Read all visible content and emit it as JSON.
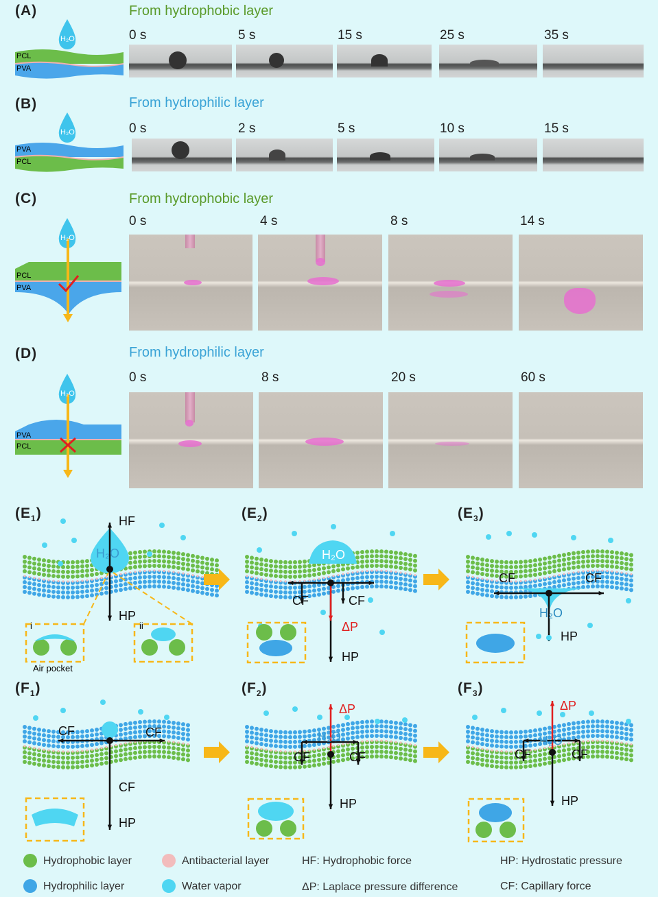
{
  "panels": {
    "A": {
      "label": "(A)",
      "title": "From hydrophobic layer",
      "layers": [
        "PCL",
        "PVA"
      ],
      "drop": "H₂O",
      "times": [
        "0 s",
        "5 s",
        "15 s",
        "25 s",
        "35 s"
      ]
    },
    "B": {
      "label": "(B)",
      "title": "From hydrophilic layer",
      "layers": [
        "PVA",
        "PCL"
      ],
      "drop": "H₂O",
      "times": [
        "0 s",
        "2 s",
        "5 s",
        "10 s",
        "15 s"
      ]
    },
    "C": {
      "label": "(C)",
      "title": "From hydrophobic layer",
      "layers": [
        "PCL",
        "PVA"
      ],
      "drop": "H₂O",
      "times": [
        "0 s",
        "4 s",
        "8 s",
        "14 s"
      ]
    },
    "D": {
      "label": "(D)",
      "title": "From hydrophilic layer",
      "layers": [
        "PVA",
        "PCL"
      ],
      "drop": "H₂O",
      "times": [
        "0 s",
        "8 s",
        "20 s",
        "60 s"
      ]
    }
  },
  "schemes": {
    "E1": {
      "letter": "E",
      "sub": "1",
      "drop": "H₂O",
      "hf": "HF",
      "hp": "HP",
      "inset_i": "i",
      "inset_ii": "ii",
      "air": "Air pocket"
    },
    "E2": {
      "letter": "E",
      "sub": "2",
      "drop": "H₂O",
      "cf1": "CF",
      "cf2": "CF",
      "dp": "ΔP",
      "hp": "HP"
    },
    "E3": {
      "letter": "E",
      "sub": "3",
      "drop": "H₂O",
      "cf1": "CF",
      "cf2": "CF",
      "hp": "HP"
    },
    "F1": {
      "letter": "F",
      "sub": "1",
      "cf1": "CF",
      "cf2": "CF",
      "cf3": "CF",
      "hp": "HP"
    },
    "F2": {
      "letter": "F",
      "sub": "2",
      "drop": "H₂O",
      "cf1": "CF",
      "cf2": "CF",
      "dp": "ΔP",
      "hp": "HP"
    },
    "F3": {
      "letter": "F",
      "sub": "3",
      "drop": "H₂O",
      "cf1": "CF",
      "cf2": "CF",
      "dp": "ΔP",
      "hp": "HP"
    }
  },
  "legend": {
    "hydrophobic": "Hydrophobic layer",
    "hydrophilic": "Hydrophilic layer",
    "antibacterial": "Antibacterial layer",
    "vapor": "Water vapor",
    "hf": "HF: Hydrophobic force",
    "dp": "ΔP: Laplace pressure difference",
    "hp": "HP: Hydrostatic pressure",
    "cf": "CF: Capillary force"
  },
  "colors": {
    "green": "#6cbd4a",
    "blue": "#3fa6e6",
    "pink": "#f2bcbc",
    "cyan": "#4fd6f2",
    "arrow": "#f7b718",
    "red": "#e02020"
  }
}
